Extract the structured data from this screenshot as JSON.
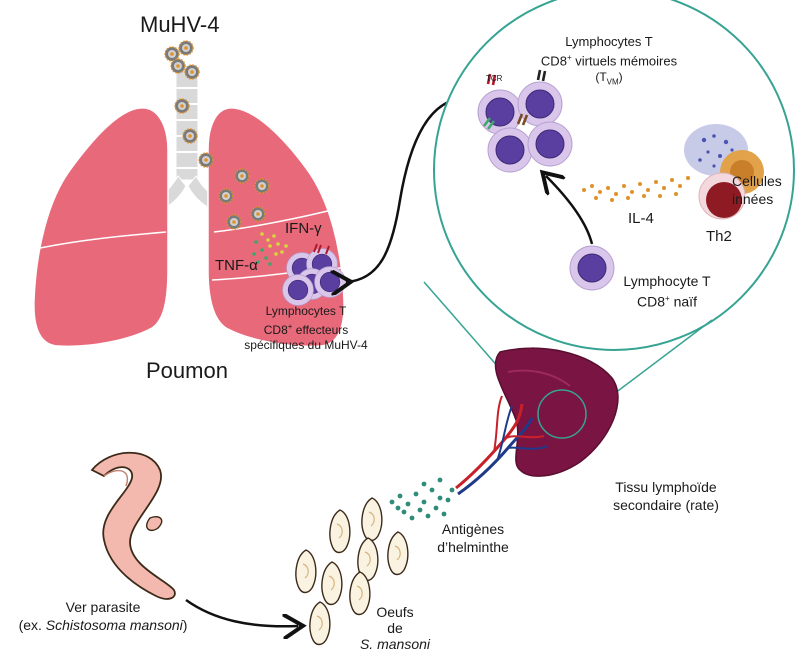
{
  "labels": {
    "virus": "MuHV-4",
    "lung": "Poumon",
    "ifn": "IFN-γ",
    "tnf": "TNF-α",
    "effector_line1": "Lymphocytes T",
    "effector_line2_pre": "CD8",
    "effector_line2_post": " effecteurs",
    "effector_line3": "spécifiques du MuHV-4",
    "tvm_line1": "Lymphocytes T",
    "tvm_line2_pre": "CD8",
    "tvm_line2_post": " virtuels mémoires",
    "tvm_line3_pre": "(T",
    "tvm_line3_sub": "VM",
    "tvm_line3_post": ")",
    "tcr": "TCR",
    "il4": "IL-4",
    "innate_line1": "Cellules",
    "innate_line2": "innées",
    "th2": "Th2",
    "naive_line1": "Lymphocyte T",
    "naive_line2_pre": "CD8",
    "naive_line2_post": " naïf",
    "superscript_plus": "+",
    "spleen_line1": "Tissu lymphoïde",
    "spleen_line2": "secondaire (rate)",
    "antigens_line1": "Antigènes",
    "antigens_line2": "d’helminthe",
    "worm_line1": "Ver parasite",
    "worm_line2_pre": "(ex. ",
    "worm_line2_it": "Schistosoma mansoni",
    "worm_line2_post": ")",
    "eggs_line1": "Oeufs",
    "eggs_line2": "de",
    "eggs_line3": "S. mansoni"
  },
  "colors": {
    "lung": "#e8697a",
    "lung_outline": "#ffffff",
    "trachea": "#d9d9d9",
    "cell_outer": "#d9c6ea",
    "cell_nucleus": "#5a3ea0",
    "virus_core": "#8c8c8c",
    "virus_spike": "#e0922a",
    "ifn_dots": "#d6d93a",
    "tnf_dots": "#3da86a",
    "circle": "#36a393",
    "spleen": "#7a1442",
    "il4_dots": "#e0922a",
    "th2": "#8e1a24",
    "innate_orange": "#e1a24a",
    "antigen_dots": "#2e8c78",
    "worm": "#f4b9ae",
    "egg_fill": "#fbf3e2"
  },
  "icons": [
    "virus-icon",
    "lung-icon",
    "t-cell-icon",
    "spleen-icon",
    "worm-icon",
    "egg-icon",
    "arrow-icon"
  ]
}
